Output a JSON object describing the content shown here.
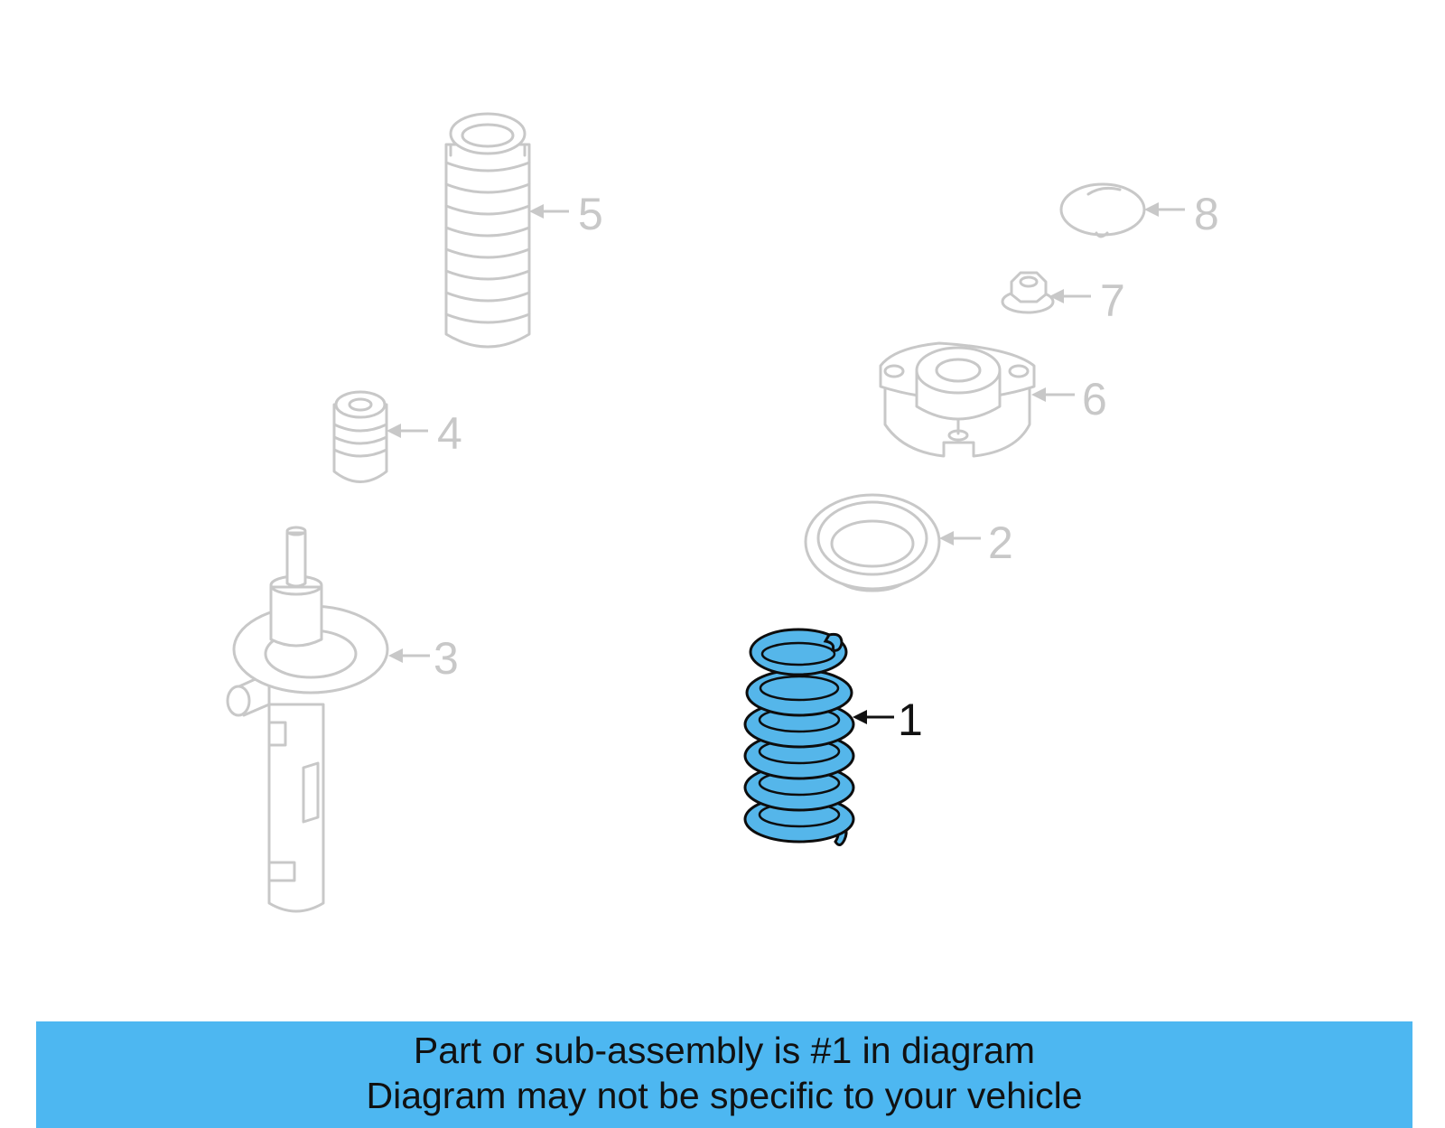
{
  "callouts": [
    {
      "label": "1",
      "part": "coil-spring",
      "highlighted": true
    },
    {
      "label": "2",
      "part": "spring-seat",
      "highlighted": false
    },
    {
      "label": "3",
      "part": "strut",
      "highlighted": false
    },
    {
      "label": "4",
      "part": "bump-stop",
      "highlighted": false
    },
    {
      "label": "5",
      "part": "dust-boot",
      "highlighted": false
    },
    {
      "label": "6",
      "part": "strut-mount",
      "highlighted": false
    },
    {
      "label": "7",
      "part": "nut",
      "highlighted": false
    },
    {
      "label": "8",
      "part": "cap",
      "highlighted": false
    }
  ],
  "banner": {
    "line1": "Part or sub-assembly is #1 in diagram",
    "line2": "Diagram may not be specific to your vehicle"
  },
  "colors": {
    "highlight": "#55b6ea",
    "banner": "#4db7f1",
    "ghost": "#c8c8c8"
  }
}
